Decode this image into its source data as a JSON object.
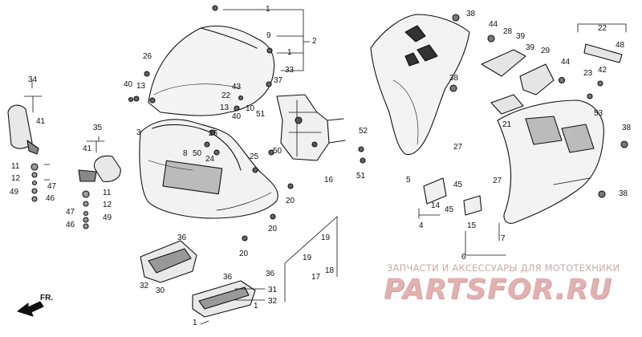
{
  "diagram": {
    "callouts": {
      "c1a": "1",
      "c9": "9",
      "c2": "2",
      "c1b": "1",
      "c33": "33",
      "c37": "37",
      "c26a": "26",
      "c13a": "13",
      "c40a": "40",
      "c34": "34",
      "c41a": "41",
      "c3": "3",
      "c43": "43",
      "c13b": "13",
      "c10": "10",
      "c51a": "51",
      "c22a": "22",
      "c40b": "40",
      "c26b": "26",
      "c8": "8",
      "c50a": "50",
      "c24": "24",
      "c35": "35",
      "c41b": "41",
      "c11a": "11",
      "c12a": "12",
      "c47a": "47",
      "c49a": "49",
      "c46a": "46",
      "c11b": "11",
      "c12b": "12",
      "c47b": "47",
      "c49b": "49",
      "c46b": "46",
      "c25": "25",
      "c50b": "50",
      "c52": "52",
      "c51b": "51",
      "c16": "16",
      "c20a": "20",
      "c20b": "20",
      "c20c": "20",
      "c38a": "38",
      "c44a": "44",
      "c28": "28",
      "c39a": "39",
      "c22b": "22",
      "c48": "48",
      "c39b": "39",
      "c29": "29",
      "c44b": "44",
      "c23": "23",
      "c42": "42",
      "c38b": "38",
      "c21": "21",
      "c53": "53",
      "c38c": "38",
      "c27a": "27",
      "c5": "5",
      "c14": "14",
      "c45a": "45",
      "c45b": "45",
      "c4": "4",
      "c27b": "27",
      "c15": "15",
      "c7": "7",
      "c38d": "38",
      "c6": "6",
      "c36a": "36",
      "c19a": "19",
      "c19b": "19",
      "c18": "18",
      "c17": "17",
      "c32a": "32",
      "c30": "30",
      "c36b": "36",
      "c36c": "36",
      "c31": "31",
      "c32b": "32",
      "c1c": "1",
      "c1d": "1"
    },
    "front_arrow_label": "FR.",
    "watermark_subtitle": "ЗАПЧАСТИ И АКСЕССУАРЫ ДЛЯ МОТОТЕХНИКИ",
    "watermark_logo": "PARTSFOR.RU",
    "colors": {
      "ink": "#111111",
      "watermark": "#e2b1b1",
      "watermark_text": "#c9a9a9"
    }
  }
}
